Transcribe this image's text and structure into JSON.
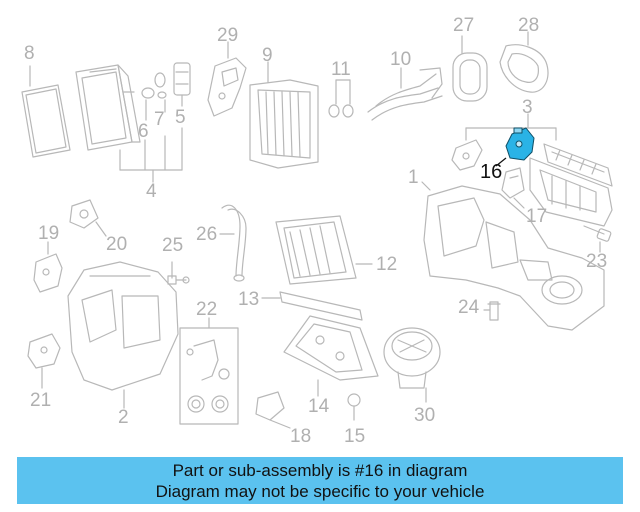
{
  "callouts": {
    "c1": "1",
    "c2": "2",
    "c3": "3",
    "c4": "4",
    "c5": "5",
    "c6": "6",
    "c7": "7",
    "c8": "8",
    "c9": "9",
    "c10": "10",
    "c11": "11",
    "c12": "12",
    "c13": "13",
    "c14": "14",
    "c15": "15",
    "c16": "16",
    "c17": "17",
    "c18": "18",
    "c19": "19",
    "c20": "20",
    "c21": "21",
    "c22": "22",
    "c23": "23",
    "c24": "24",
    "c25": "25",
    "c26": "26",
    "c27": "27",
    "c28": "28",
    "c29": "29",
    "c30": "30"
  },
  "highlight_color": "#2ab3e6",
  "banner": {
    "line1": "Part or sub-assembly is #16 in diagram",
    "line2": "Diagram may not be specific to your vehicle"
  }
}
